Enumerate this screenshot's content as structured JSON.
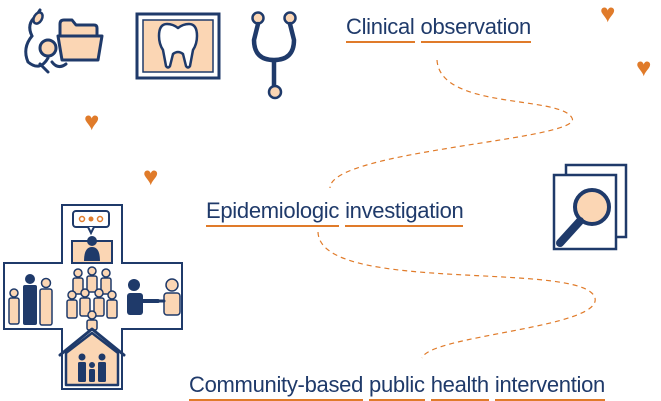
{
  "stages": [
    {
      "words": [
        "Clinical",
        "observation"
      ]
    },
    {
      "words": [
        "Epidemiologic",
        "investigation"
      ]
    },
    {
      "words": [
        "Community-based",
        "public",
        "health",
        "intervention"
      ]
    }
  ],
  "icons": {
    "bottle_folder": "medical-kit-icon",
    "tooth": "tooth-xray-icon",
    "stethoscope": "stethoscope-icon",
    "magnifier": "magnifier-document-icon",
    "community_cross": "community-health-cross-icon",
    "heart": "heart-icon"
  },
  "colors": {
    "navy": "#1f3a6a",
    "orange": "#e07b2a",
    "peach": "#fbd6b4"
  }
}
